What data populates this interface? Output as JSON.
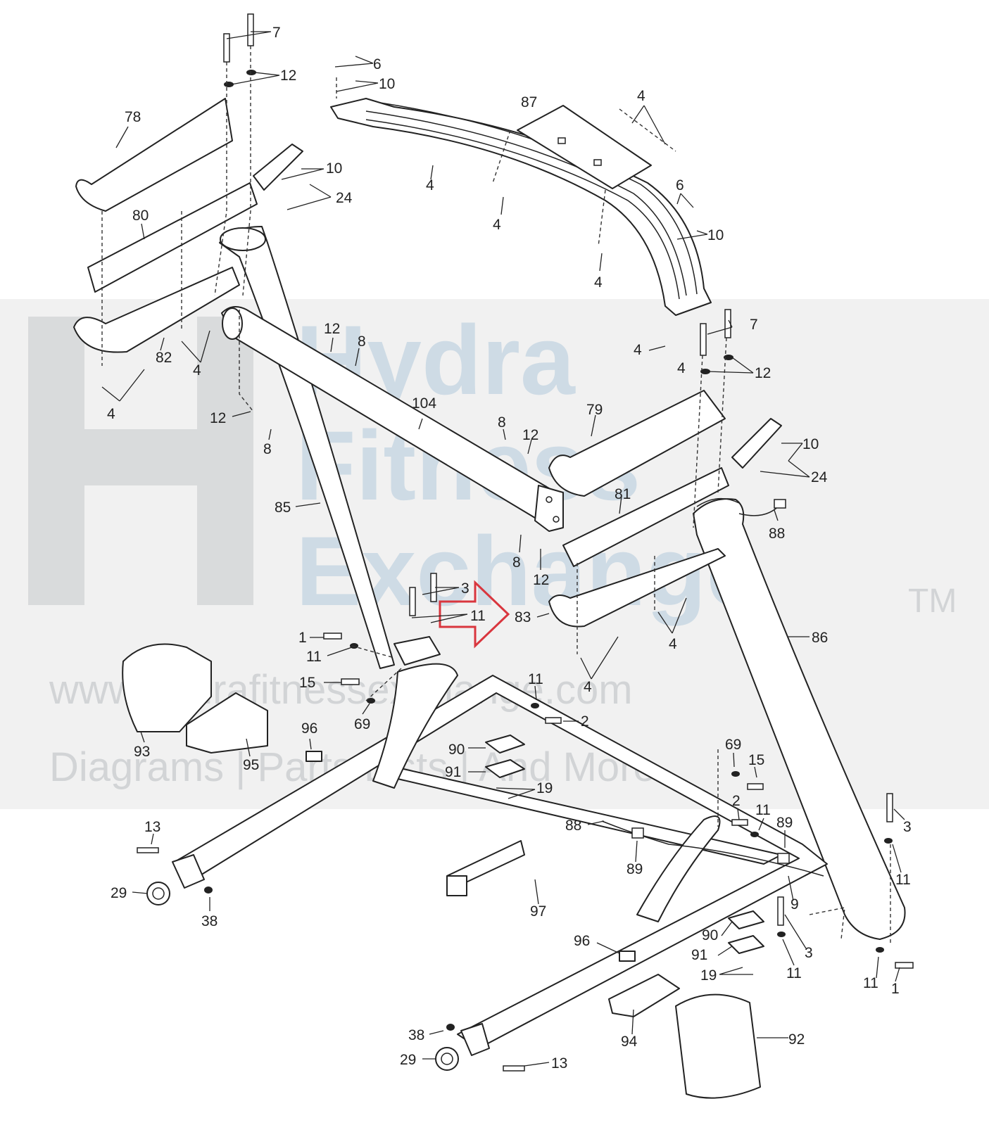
{
  "watermark": {
    "brand_line1": "Hydra",
    "brand_line2": "Fitness",
    "brand_line3": "Exchange",
    "trademark": "TM",
    "url": "www.hydrafitnessexchange.com",
    "tagline": "Diagrams | Parts Lists | And More"
  },
  "callouts": {
    "arrow_color": "#d9363e",
    "highlighted_part": "83"
  },
  "labels": [
    "7",
    "12",
    "6",
    "10",
    "87",
    "4",
    "78",
    "10",
    "24",
    "80",
    "82",
    "4",
    "4",
    "4",
    "4",
    "4",
    "12",
    "8",
    "6",
    "10",
    "4",
    "7",
    "4",
    "12",
    "104",
    "12",
    "8",
    "79",
    "8",
    "12",
    "10",
    "24",
    "85",
    "81",
    "88",
    "8",
    "12",
    "3",
    "11",
    "83",
    "4",
    "86",
    "4",
    "1",
    "11",
    "15",
    "69",
    "11",
    "2",
    "93",
    "95",
    "96",
    "90",
    "91",
    "19",
    "69",
    "15",
    "2",
    "11",
    "89",
    "88",
    "89",
    "13",
    "29",
    "38",
    "97",
    "3",
    "11",
    "9",
    "90",
    "3",
    "91",
    "19",
    "11",
    "11",
    "1",
    "96",
    "92",
    "94",
    "38",
    "29",
    "13"
  ]
}
